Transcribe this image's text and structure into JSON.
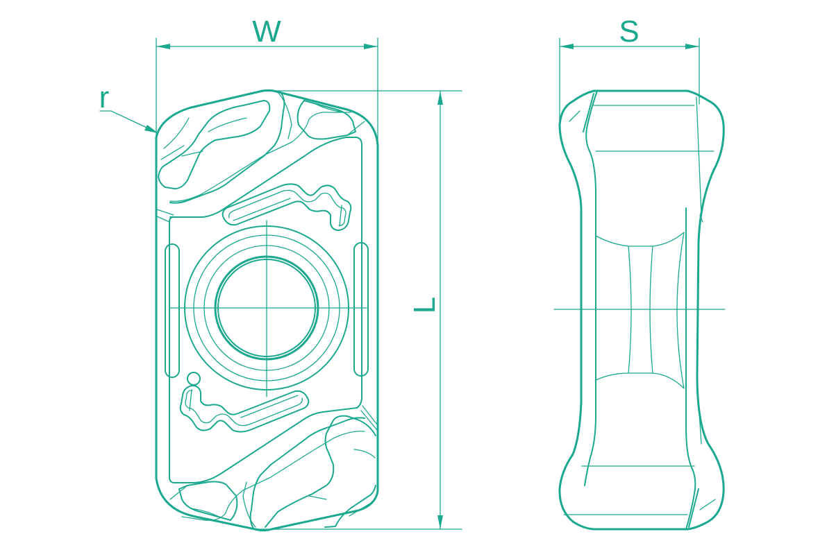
{
  "drawing": {
    "line_color": "#1aa88f",
    "background": "#ffffff",
    "dimensions": {
      "width_label": "W",
      "thickness_label": "S",
      "length_label": "L",
      "radius_label": "r"
    }
  }
}
